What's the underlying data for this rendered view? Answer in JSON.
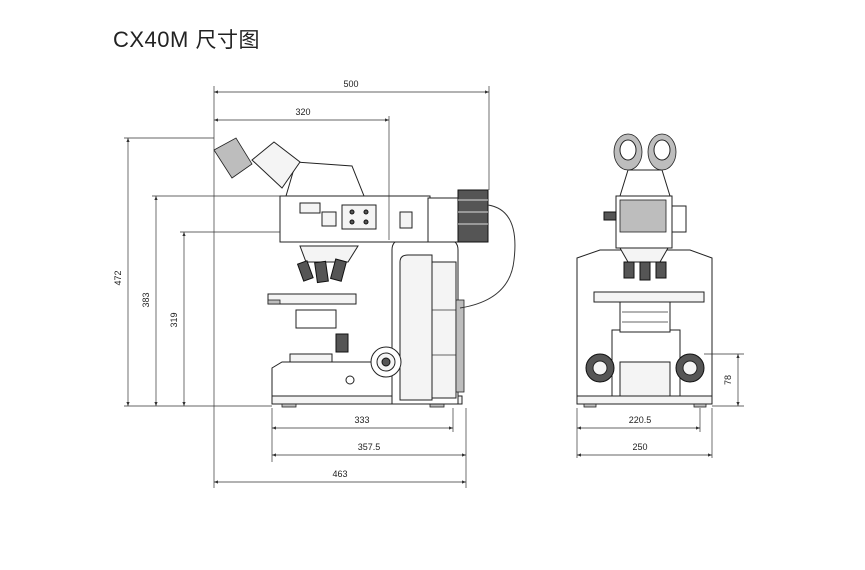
{
  "title": {
    "model": "CX40M",
    "caption": "尺寸图"
  },
  "dimensions": {
    "side_view": {
      "total_depth": "500",
      "depth_to_eyepiece": "320",
      "total_height": "472",
      "height_to_top": "383",
      "height_to_stage": "319",
      "base_length": "333",
      "overall_base": "357.5",
      "overall_depth": "463"
    },
    "front_view": {
      "inner_width": "220.5",
      "total_width": "250",
      "knob_height": "78"
    }
  }
}
